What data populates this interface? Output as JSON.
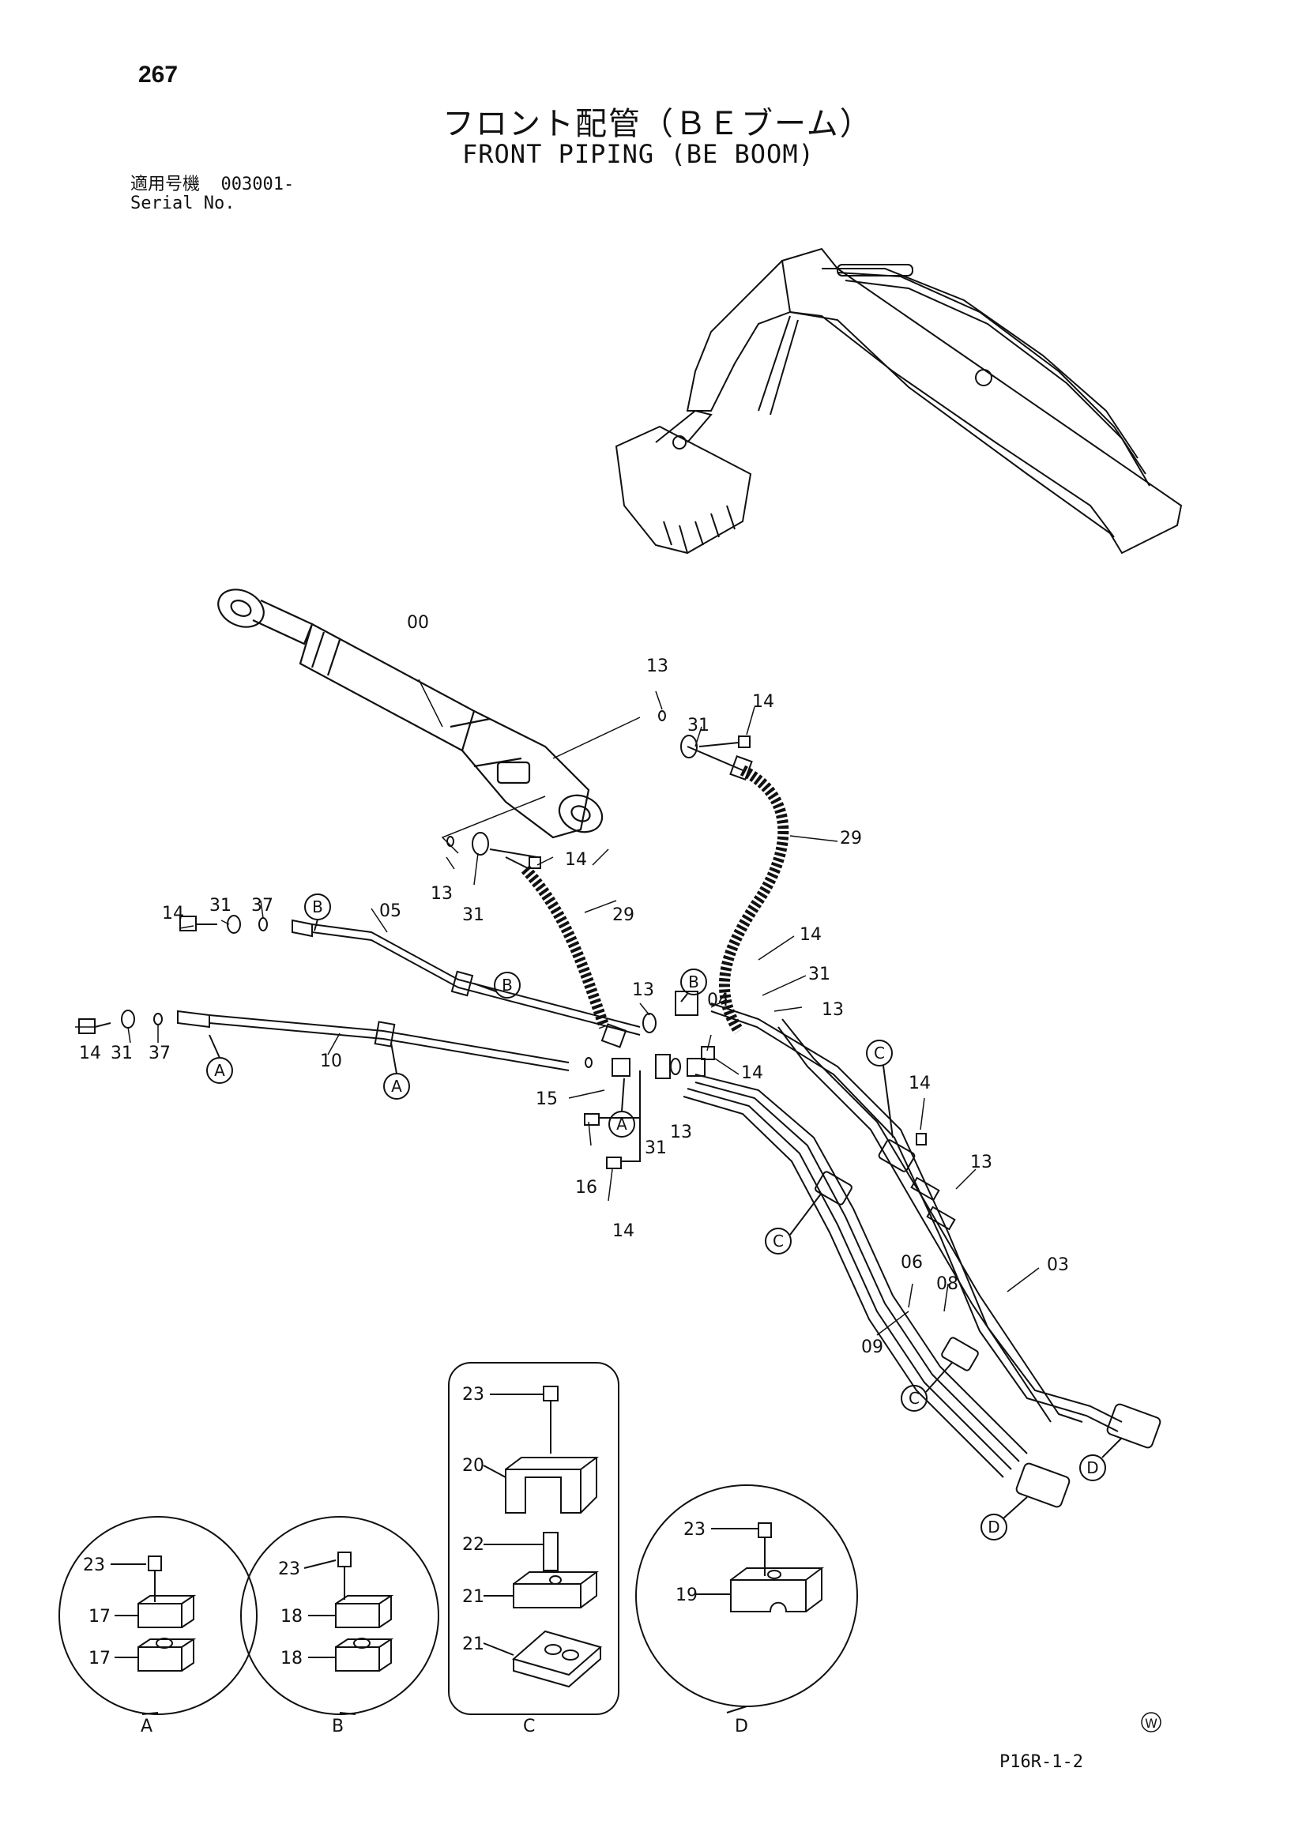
{
  "page": {
    "number": "267",
    "title_jp": "フロント配管（ＢＥブーム）",
    "title_en": "FRONT PIPING (BE BOOM)",
    "serial_label_jp": "適用号機",
    "serial_value": "003001-",
    "serial_label_en": "Serial No.",
    "reference_code": "P16R-1-2",
    "mark": "W"
  },
  "parts": {
    "p00": "00",
    "p03": "03",
    "p04": "04",
    "p05": "05",
    "p06": "06",
    "p08": "08",
    "p09": "09",
    "p10": "10",
    "p13": "13",
    "p14": "14",
    "p15": "15",
    "p16": "16",
    "p17": "17",
    "p18": "18",
    "p19": "19",
    "p20": "20",
    "p21": "21",
    "p22": "22",
    "p23": "23",
    "p29": "29",
    "p31": "31",
    "p37": "37"
  },
  "callouts": {
    "a": "A",
    "b": "B",
    "c": "C",
    "d": "D"
  }
}
